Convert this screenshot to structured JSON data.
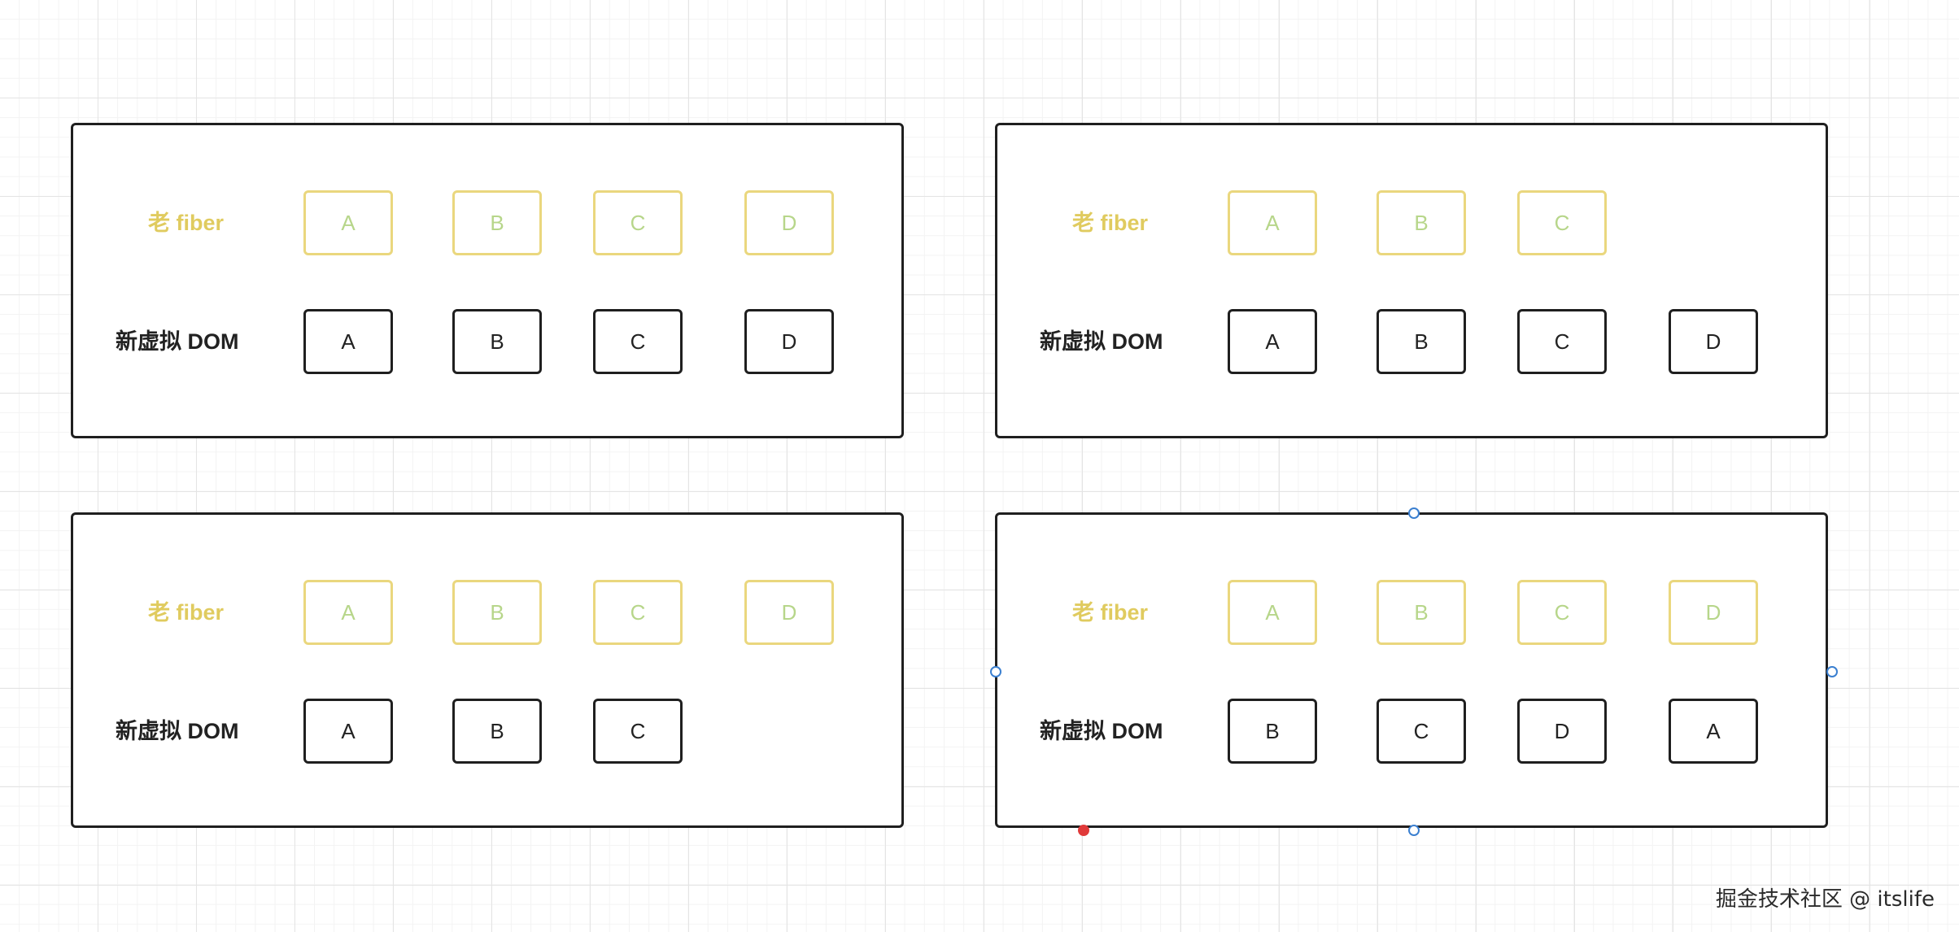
{
  "panels": [
    {
      "old_label": "老 fiber",
      "new_label": "新虚拟 DOM",
      "old_nodes": [
        "A",
        "B",
        "C",
        "D"
      ],
      "new_nodes": [
        "A",
        "B",
        "C",
        "D"
      ]
    },
    {
      "old_label": "老 fiber",
      "new_label": "新虚拟 DOM",
      "old_nodes": [
        "A",
        "B",
        "C"
      ],
      "new_nodes": [
        "A",
        "B",
        "C",
        "D"
      ]
    },
    {
      "old_label": "老 fiber",
      "new_label": "新虚拟 DOM",
      "old_nodes": [
        "A",
        "B",
        "C",
        "D"
      ],
      "new_nodes": [
        "A",
        "B",
        "C"
      ]
    },
    {
      "old_label": "老 fiber",
      "new_label": "新虚拟 DOM",
      "old_nodes": [
        "A",
        "B",
        "C",
        "D"
      ],
      "new_nodes": [
        "B",
        "C",
        "D",
        "A"
      ]
    }
  ],
  "selected_panel": 3,
  "colors": {
    "old_border": "#ead77e",
    "old_text": "#b7d68a",
    "old_label": "#e0cb5f",
    "new_border": "#1f1f1f",
    "selection_handle": "#3a7fd0"
  },
  "watermark": "掘金技术社区 @ itslife"
}
